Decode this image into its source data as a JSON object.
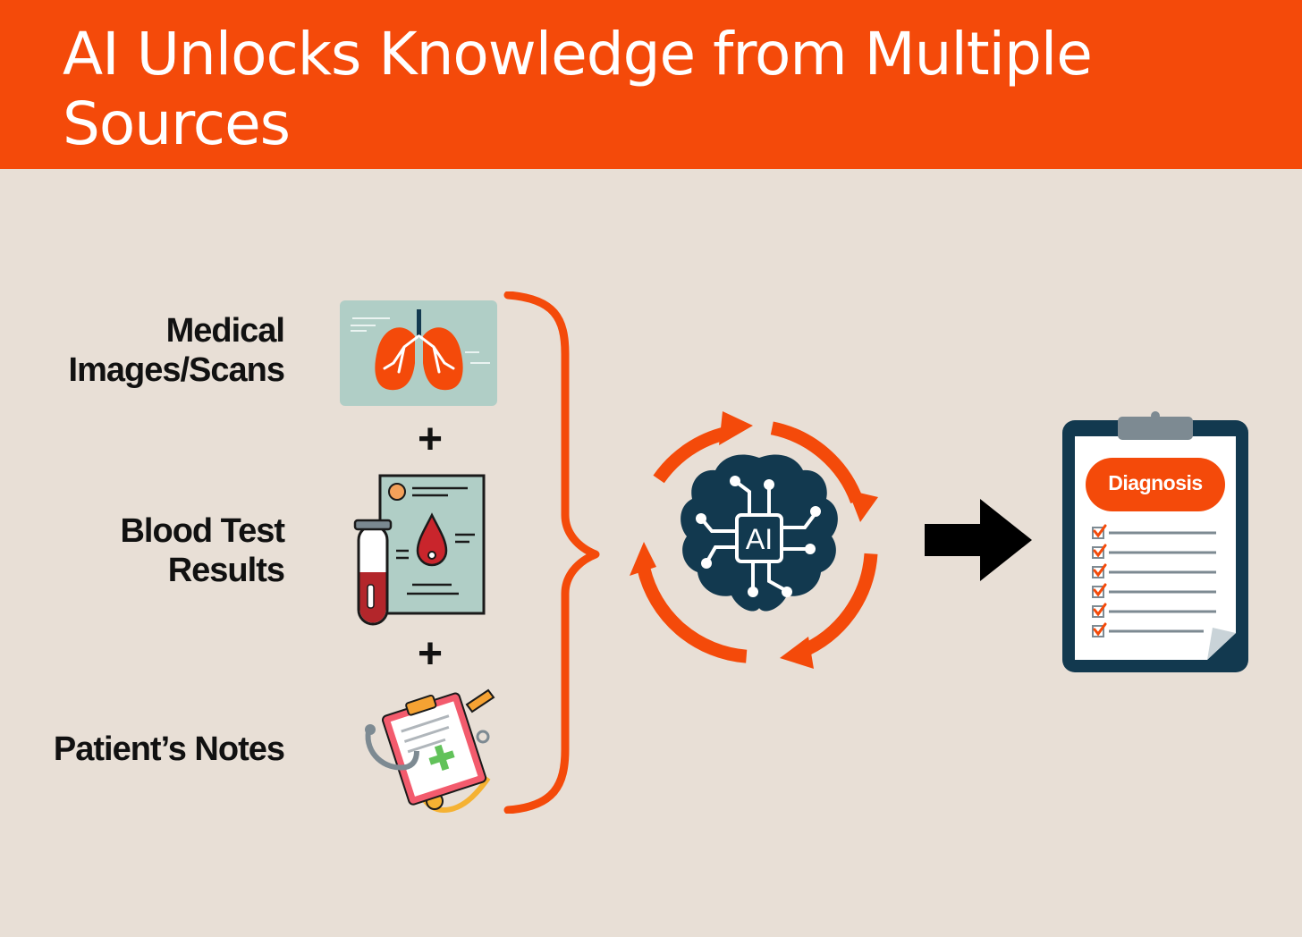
{
  "title": "AI Unlocks Knowledge from Multiple Sources",
  "sources": [
    {
      "label": "Medical\nImages/Scans",
      "icon": "lungs-scan-icon"
    },
    {
      "label": "Blood Test\nResults",
      "icon": "blood-test-icon"
    },
    {
      "label": "Patient’s Notes",
      "icon": "clipboard-stethoscope-icon"
    }
  ],
  "plus_sign": "+",
  "ai": {
    "label": "AI",
    "icon": "ai-brain-icon"
  },
  "output": {
    "label": "Diagnosis",
    "icon": "diagnosis-clipboard-icon"
  },
  "colors": {
    "accent": "#f44a0a",
    "background": "#e8dfd6",
    "navy": "#12394f",
    "text": "#111111"
  }
}
